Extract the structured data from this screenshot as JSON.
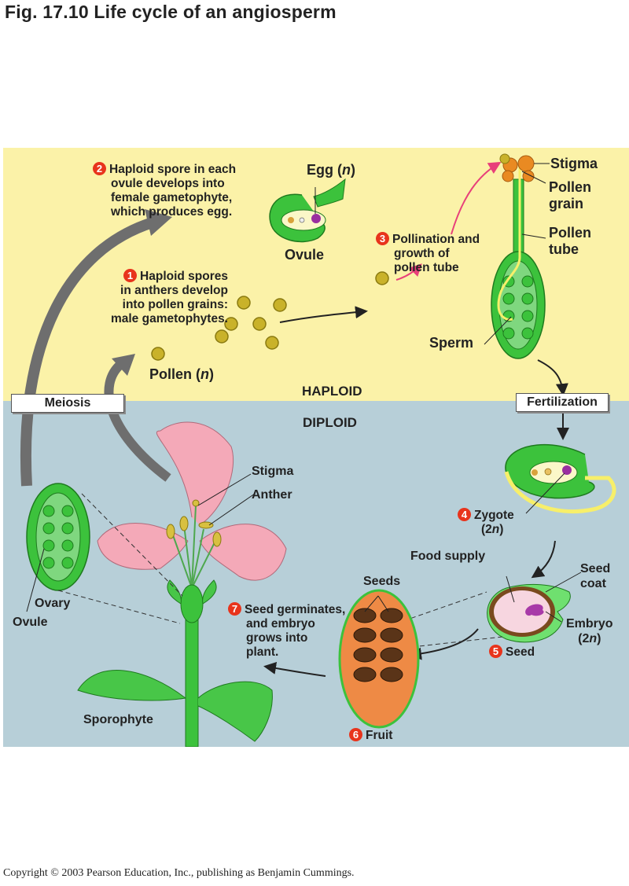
{
  "title": "Fig. 17.10  Life cycle of an angiosperm",
  "zones": {
    "haploid": "HAPLOID",
    "diploid": "DIPLOID"
  },
  "processes": {
    "meiosis": "Meiosis",
    "fertilization": "Fertilization"
  },
  "steps": [
    {
      "num": "1",
      "lines": [
        "Haploid spores",
        "in anthers develop",
        "into pollen grains:",
        "male gametophytes."
      ]
    },
    {
      "num": "2",
      "lines": [
        "Haploid spore in each",
        "ovule develops into",
        "female gametophyte,",
        "which produces egg."
      ]
    },
    {
      "num": "3",
      "lines": [
        "Pollination and",
        "growth of",
        "pollen tube"
      ]
    },
    {
      "num": "4",
      "lines": [
        "Zygote",
        "(2n)"
      ]
    },
    {
      "num": "5",
      "lines": [
        "Seed"
      ]
    },
    {
      "num": "6",
      "lines": [
        "Fruit"
      ]
    },
    {
      "num": "7",
      "lines": [
        "Seed germinates,",
        "and embryo",
        "grows into",
        "plant."
      ]
    }
  ],
  "labels": {
    "egg": "Egg (n)",
    "ovule_top": "Ovule",
    "pollen": "Pollen (n)",
    "stigma_top": "Stigma",
    "pollen_grain": [
      "Pollen",
      "grain"
    ],
    "pollen_tube": [
      "Pollen",
      "tube"
    ],
    "sperm": "Sperm",
    "stigma_flower": "Stigma",
    "anther": "Anther",
    "ovary": "Ovary",
    "ovule_bottom": "Ovule",
    "sporophyte": "Sporophyte",
    "food_supply": "Food supply",
    "seed_coat": [
      "Seed",
      "coat"
    ],
    "embryo": [
      "Embryo",
      "(2n)"
    ],
    "seeds": "Seeds"
  },
  "colors": {
    "haploid_bg": "#fbf2a8",
    "diploid_bg": "#b7cfd8",
    "step_badge": "#e8341c",
    "plant_green": "#3cc23c",
    "petal_pink": "#f4a9b8",
    "pollen_yellow": "#c9b22a",
    "fruit_orange": "#ee8a45",
    "arrow_gray": "#6e6e6e",
    "pollination_arrow": "#e8407a"
  },
  "copyright": "Copyright © 2003 Pearson Education, Inc., publishing as Benjamin Cummings."
}
